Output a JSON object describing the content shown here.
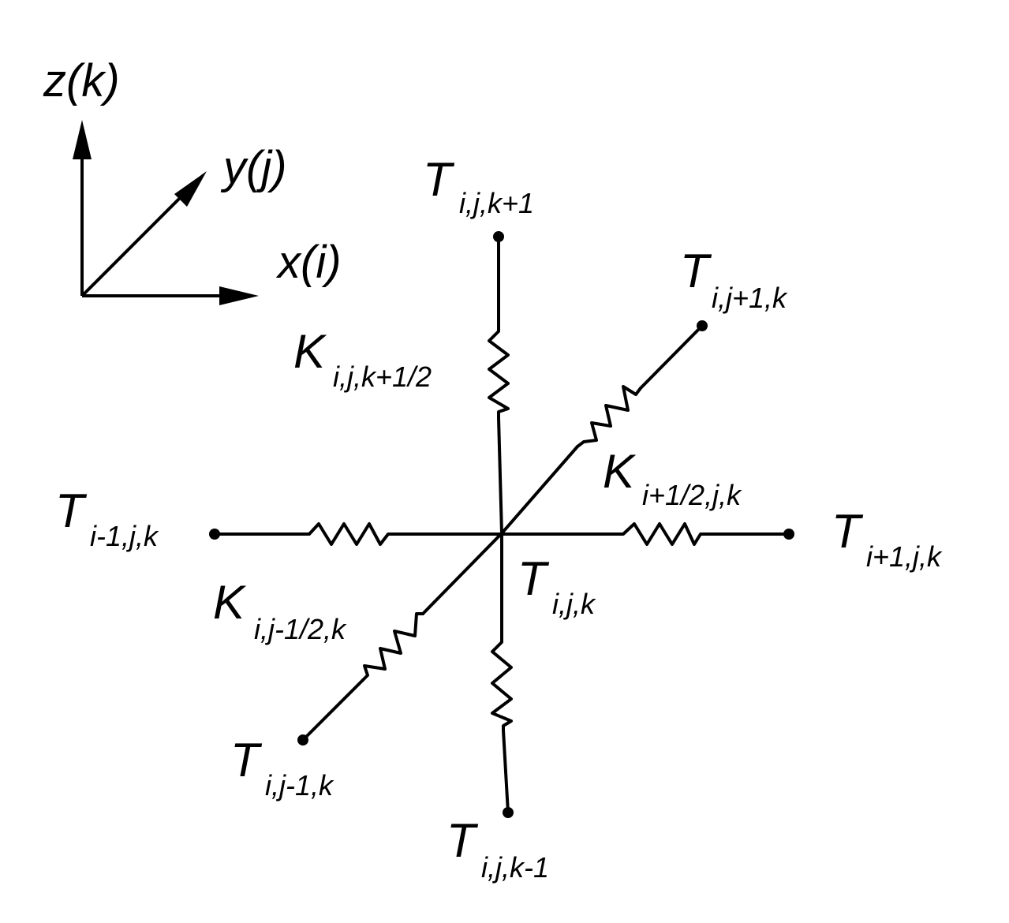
{
  "axes": {
    "z": "z(k)",
    "y": "y(j)",
    "x": "x(i)"
  },
  "nodes": {
    "center": {
      "symbol": "T",
      "sub": "i,j,k"
    },
    "top": {
      "symbol": "T",
      "sub": "i,j,k+1"
    },
    "bottom": {
      "symbol": "T",
      "sub": "i,j,k-1"
    },
    "left": {
      "symbol": "T",
      "sub": "i-1,j,k"
    },
    "right": {
      "symbol": "T",
      "sub": "i+1,j,k"
    },
    "back": {
      "symbol": "T",
      "sub": "i,j+1,k"
    },
    "front": {
      "symbol": "T",
      "sub": "i,j-1,k"
    }
  },
  "conductances": {
    "k_top": {
      "symbol": "K",
      "sub": "i,j,k+1/2"
    },
    "k_right": {
      "symbol": "K",
      "sub": "i+1/2,j,k"
    },
    "k_front": {
      "symbol": "K",
      "sub": "i,j-1/2,k"
    }
  }
}
